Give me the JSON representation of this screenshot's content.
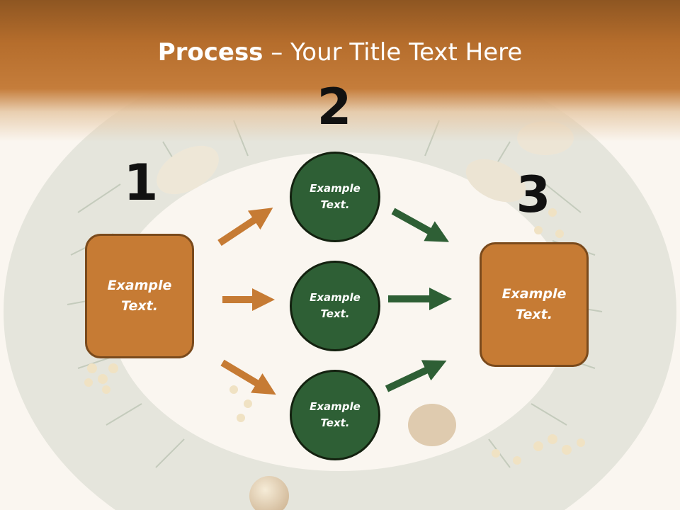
{
  "title": {
    "bold": "Process",
    "rest": " – Your Title Text Here"
  },
  "steps": [
    {
      "number": "1",
      "text": "Example\nText."
    },
    {
      "number": "2",
      "circles": [
        "Example\nText.",
        "Example\nText.",
        "Example\nText."
      ]
    },
    {
      "number": "3",
      "text": "Example\nText."
    }
  ],
  "colors": {
    "orange": "#c67b34",
    "green": "#2e5f35",
    "header": "#b56d2c"
  }
}
